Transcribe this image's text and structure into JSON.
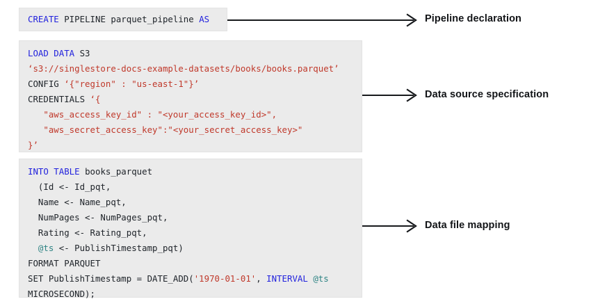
{
  "diagram": {
    "title": "SingleStore CREATE PIPELINE parquet example",
    "colors": {
      "background": "#ffffff",
      "code_block_background": "#ebebeb",
      "code_block_border": "#e2e2e2",
      "keyword": "#2222dd",
      "string": "#c0392b",
      "variable": "#2e8484",
      "plain_text": "#20252b",
      "arrow": "#17191c",
      "label_text": "#121417"
    }
  },
  "blocks": [
    {
      "id": "pipeline-declaration",
      "annotation": "Pipeline declaration",
      "lines": [
        [
          {
            "t": "CREATE",
            "c": "kw"
          },
          {
            "t": " PIPELINE parquet_pipeline ",
            "c": "pl"
          },
          {
            "t": "AS",
            "c": "kw"
          }
        ]
      ]
    },
    {
      "id": "data-source-specification",
      "annotation": "Data source specification",
      "lines": [
        [
          {
            "t": "LOAD DATA",
            "c": "kw"
          },
          {
            "t": " S3",
            "c": "pl"
          }
        ],
        [
          {
            "t": "‘s3://singlestore-docs-example-datasets/books/books.parquet’",
            "c": "str"
          }
        ],
        [
          {
            "t": "CONFIG ",
            "c": "pl"
          },
          {
            "t": "‘{\"region\" : \"us-east-1\"}’",
            "c": "str"
          }
        ],
        [
          {
            "t": "CREDENTIALS ",
            "c": "pl"
          },
          {
            "t": "‘{",
            "c": "str"
          }
        ],
        [
          {
            "t": "   \"aws_access_key_id\" : \"<your_access_key_id>\",",
            "c": "str"
          }
        ],
        [
          {
            "t": "   \"aws_secret_access_key\":\"<your_secret_access_key>\"",
            "c": "str"
          }
        ],
        [
          {
            "t": "}’",
            "c": "str"
          }
        ]
      ]
    },
    {
      "id": "data-file-mapping",
      "annotation": "Data file mapping",
      "lines": [
        [
          {
            "t": "INTO TABLE",
            "c": "kw"
          },
          {
            "t": " books_parquet",
            "c": "pl"
          }
        ],
        [
          {
            "t": "  (Id <- Id_pqt,",
            "c": "pl"
          }
        ],
        [
          {
            "t": "  Name <- Name_pqt,",
            "c": "pl"
          }
        ],
        [
          {
            "t": "  NumPages <- NumPages_pqt,",
            "c": "pl"
          }
        ],
        [
          {
            "t": "  Rating <- Rating_pqt,",
            "c": "pl"
          }
        ],
        [
          {
            "t": "  ",
            "c": "pl"
          },
          {
            "t": "@ts",
            "c": "var"
          },
          {
            "t": " <- PublishTimestamp_pqt)",
            "c": "pl"
          }
        ],
        [
          {
            "t": "FORMAT PARQUET",
            "c": "pl"
          }
        ],
        [
          {
            "t": "SET PublishTimestamp = DATE_ADD(",
            "c": "pl"
          },
          {
            "t": "'1970-01-01'",
            "c": "str"
          },
          {
            "t": ", ",
            "c": "pl"
          },
          {
            "t": "INTERVAL",
            "c": "kw"
          },
          {
            "t": " ",
            "c": "pl"
          },
          {
            "t": "@ts",
            "c": "var"
          }
        ],
        [
          {
            "t": "MICROSECOND);",
            "c": "pl"
          }
        ]
      ]
    }
  ],
  "annotations": {
    "declaration": "Pipeline declaration",
    "source": "Data source specification",
    "mapping": "Data file mapping"
  }
}
